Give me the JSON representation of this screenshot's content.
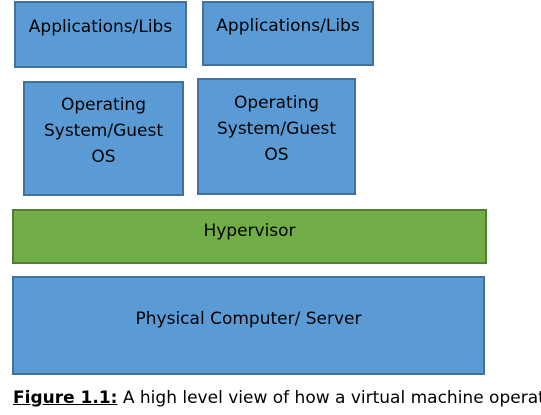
{
  "diagram": {
    "app_left": "Applications/Libs",
    "app_right": "Applications/Libs",
    "os_left": [
      "Operating",
      "System/Guest",
      "OS"
    ],
    "os_right": [
      "Operating",
      "System/Guest",
      "OS"
    ],
    "hypervisor": "Hypervisor",
    "physical": "Physical Computer/ Server"
  },
  "caption": {
    "label": "Figure 1.1:",
    "text": " A high level view of how a virtual machine operates"
  },
  "colors": {
    "blue_fill": "#5b9bd5",
    "blue_border": "#41719c",
    "green_fill": "#70ad47",
    "green_border": "#507e32"
  }
}
